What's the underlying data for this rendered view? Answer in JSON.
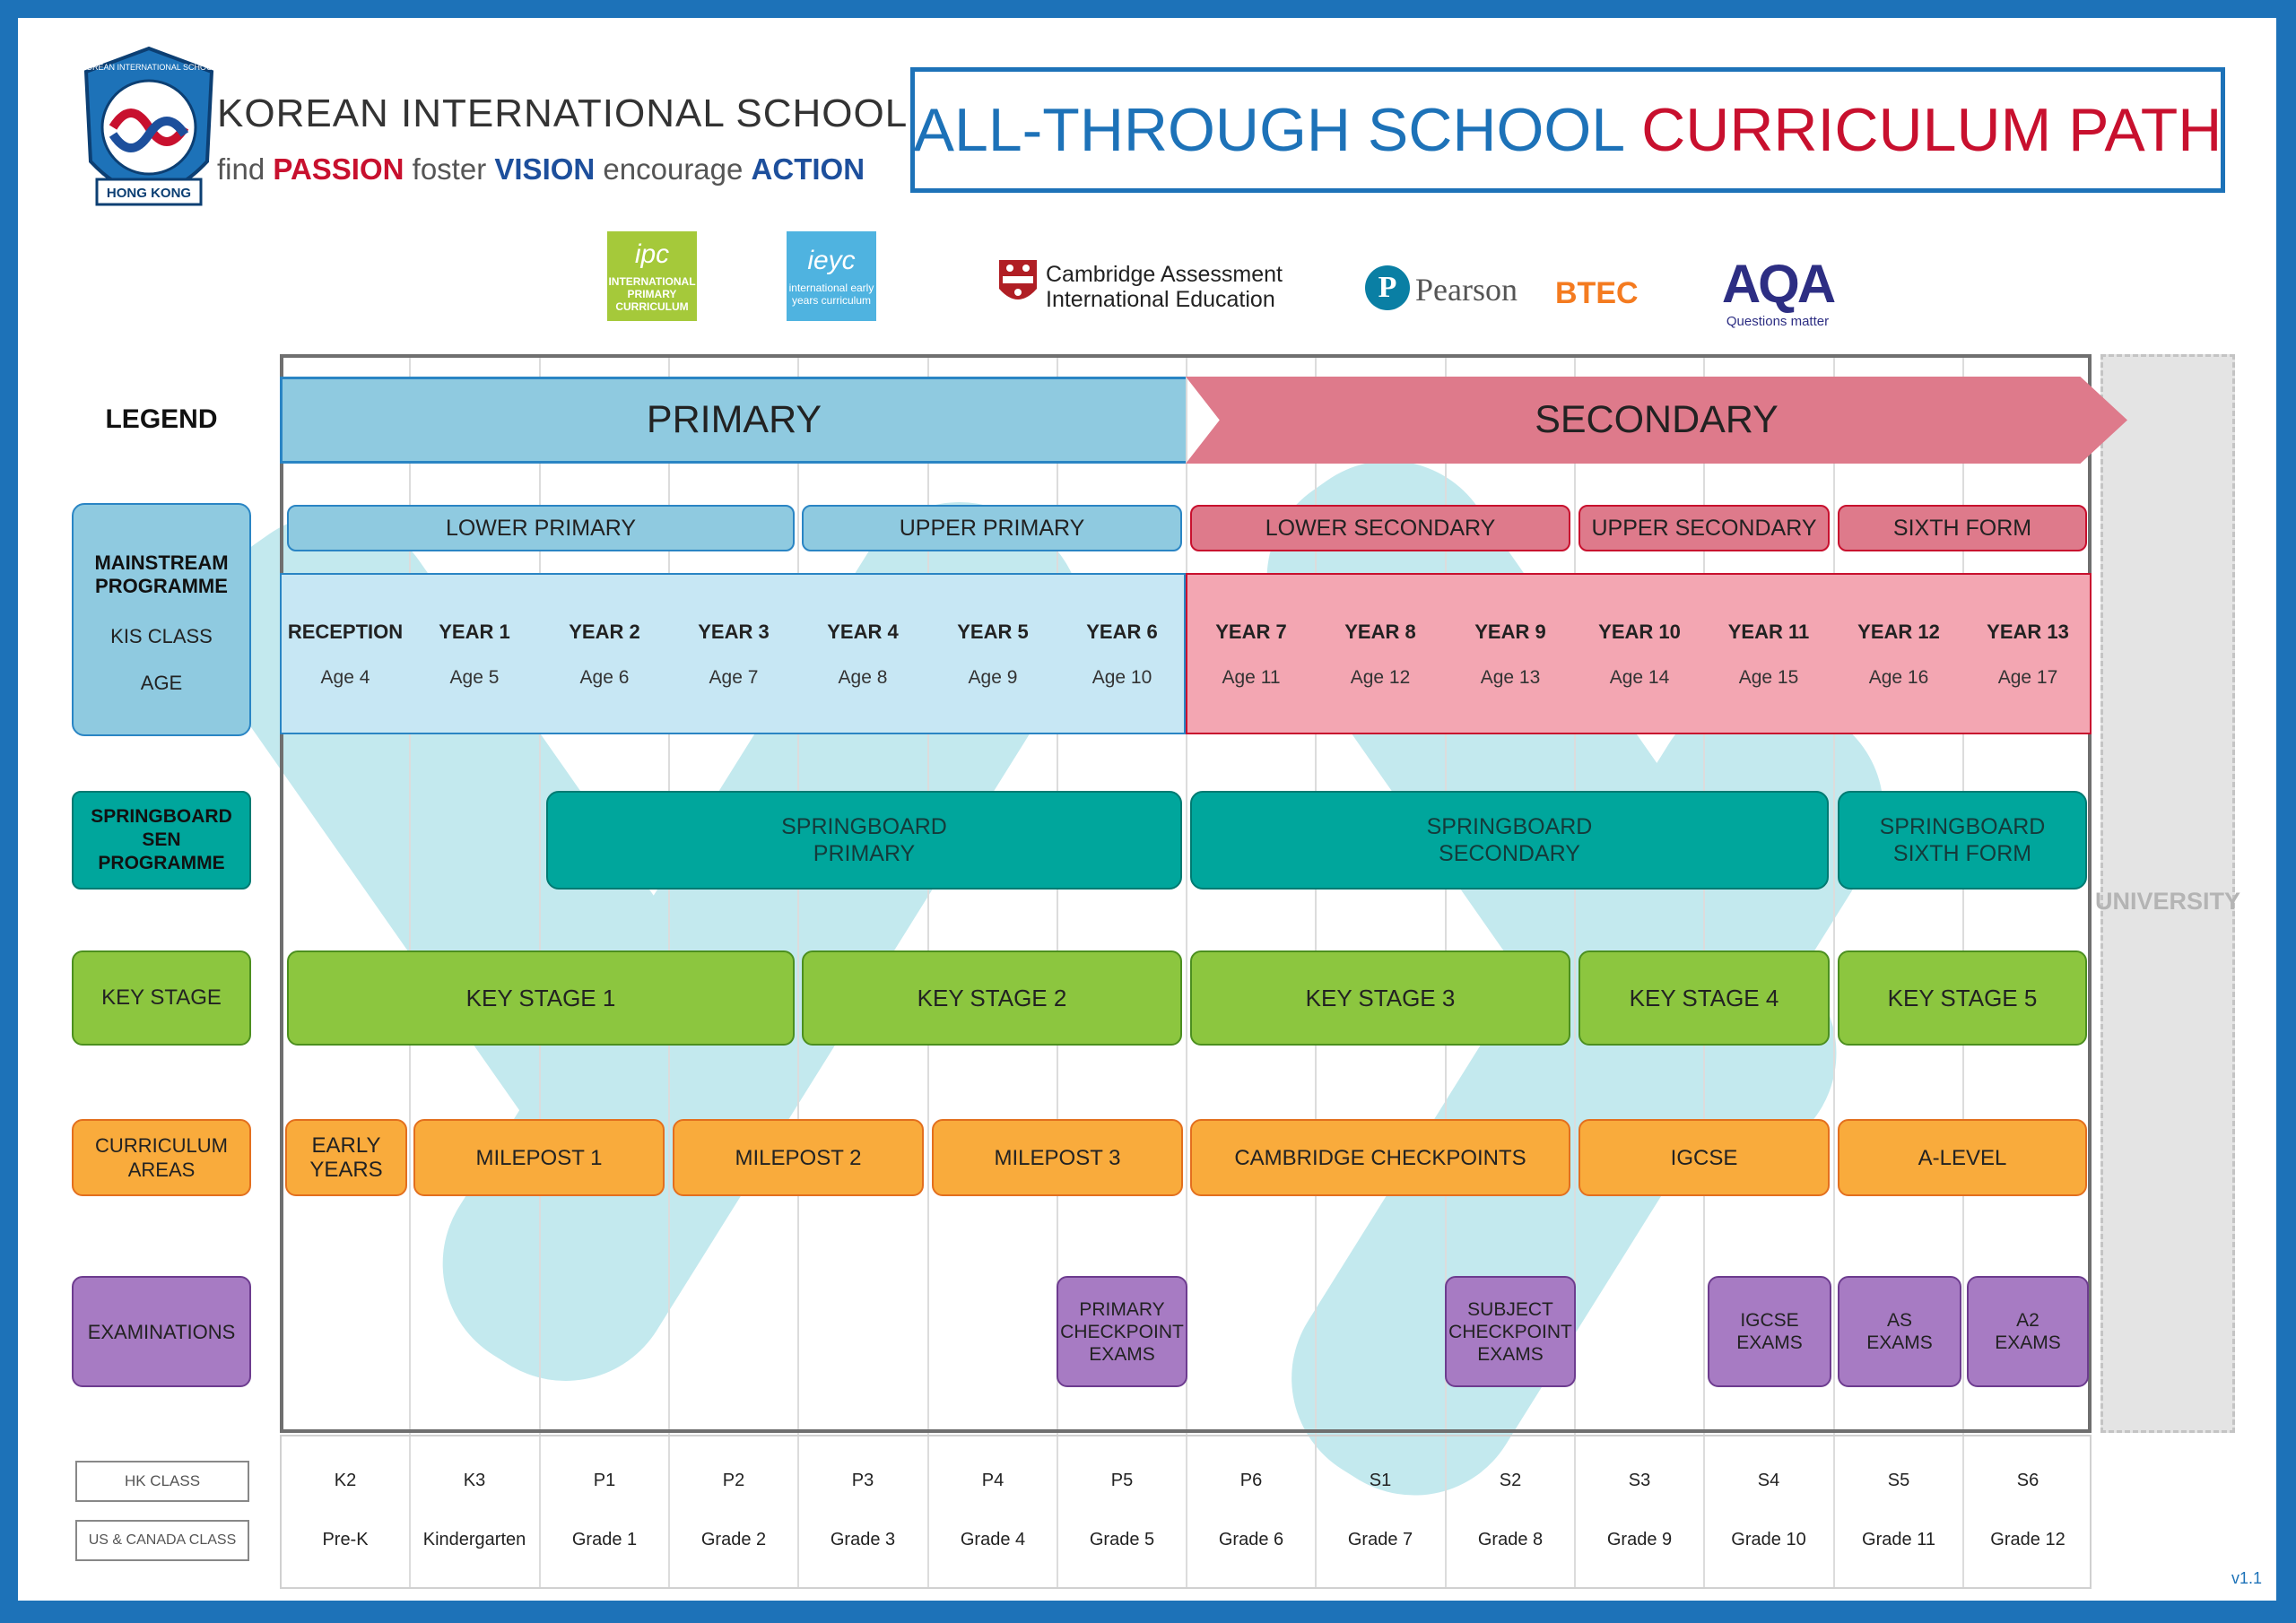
{
  "header": {
    "school_name": "KOREAN INTERNATIONAL SCHOOL",
    "tagline": {
      "w1": "find",
      "w2": "PASSION",
      "w3": "foster",
      "w4": "VISION",
      "w5": "encourage",
      "w6": "ACTION"
    },
    "title_part1": "ALL-THROUGH SCHOOL",
    "title_part2": "CURRICULUM PATH",
    "crest_text": {
      "arc": "KOREAN INTERNATIONAL SCHOOL",
      "ribbon": "HONG KONG"
    }
  },
  "logos": {
    "ipc": {
      "big": "ipc",
      "small": "INTERNATIONAL PRIMARY CURRICULUM"
    },
    "ieyc": {
      "big": "ieyc",
      "small": "international early years curriculum"
    },
    "cambridge": {
      "line1": "Cambridge Assessment",
      "line2": "International Education"
    },
    "pearson": {
      "mark": "P",
      "name": "Pearson",
      "btec": "BTEC"
    },
    "aqa": {
      "name": "AQA",
      "sub": "Questions matter"
    }
  },
  "bands": {
    "primary": "PRIMARY",
    "secondary": "SECONDARY"
  },
  "phases": [
    {
      "label": "LOWER PRIMARY"
    },
    {
      "label": "UPPER PRIMARY"
    },
    {
      "label": "LOWER SECONDARY"
    },
    {
      "label": "UPPER SECONDARY"
    },
    {
      "label": "SIXTH FORM"
    }
  ],
  "years": [
    {
      "name": "RECEPTION",
      "age": "Age 4"
    },
    {
      "name": "YEAR 1",
      "age": "Age 5"
    },
    {
      "name": "YEAR 2",
      "age": "Age 6"
    },
    {
      "name": "YEAR 3",
      "age": "Age 7"
    },
    {
      "name": "YEAR 4",
      "age": "Age 8"
    },
    {
      "name": "YEAR 5",
      "age": "Age 9"
    },
    {
      "name": "YEAR 6",
      "age": "Age 10"
    },
    {
      "name": "YEAR 7",
      "age": "Age 11"
    },
    {
      "name": "YEAR 8",
      "age": "Age 12"
    },
    {
      "name": "YEAR 9",
      "age": "Age 13"
    },
    {
      "name": "YEAR 10",
      "age": "Age 14"
    },
    {
      "name": "YEAR 11",
      "age": "Age 15"
    },
    {
      "name": "YEAR 12",
      "age": "Age 16"
    },
    {
      "name": "YEAR 13",
      "age": "Age 17"
    }
  ],
  "springboard": [
    {
      "l1": "SPRINGBOARD",
      "l2": "PRIMARY"
    },
    {
      "l1": "SPRINGBOARD",
      "l2": "SECONDARY"
    },
    {
      "l1": "SPRINGBOARD",
      "l2": "SIXTH FORM"
    }
  ],
  "key_stages": [
    "KEY STAGE 1",
    "KEY STAGE 2",
    "KEY STAGE 3",
    "KEY STAGE 4",
    "KEY STAGE 5"
  ],
  "curriculum": [
    {
      "l1": "EARLY",
      "l2": "YEARS"
    },
    {
      "l1": "MILEPOST 1",
      "l2": ""
    },
    {
      "l1": "MILEPOST 2",
      "l2": ""
    },
    {
      "l1": "MILEPOST 3",
      "l2": ""
    },
    {
      "l1": "CAMBRIDGE CHECKPOINTS",
      "l2": ""
    },
    {
      "l1": "IGCSE",
      "l2": ""
    },
    {
      "l1": "A-LEVEL",
      "l2": ""
    }
  ],
  "exams": [
    {
      "l1": "PRIMARY",
      "l2": "CHECKPOINT",
      "l3": "EXAMS"
    },
    {
      "l1": "SUBJECT",
      "l2": "CHECKPOINT",
      "l3": "EXAMS"
    },
    {
      "l1": "IGCSE",
      "l2": "EXAMS",
      "l3": ""
    },
    {
      "l1": "AS",
      "l2": "EXAMS",
      "l3": ""
    },
    {
      "l1": "A2",
      "l2": "EXAMS",
      "l3": ""
    }
  ],
  "legend": {
    "title": "LEGEND",
    "mainstream": {
      "l1": "MAINSTREAM",
      "l2": "PROGRAMME",
      "kis": "KIS CLASS",
      "age": "AGE"
    },
    "springboard": {
      "l1": "SPRINGBOARD",
      "l2": "SEN",
      "l3": "PROGRAMME"
    },
    "key_stage": "KEY STAGE",
    "curriculum": {
      "l1": "CURRICULUM",
      "l2": "AREAS"
    },
    "examinations": "EXAMINATIONS",
    "hk_class": "HK CLASS",
    "us_class": "US & CANADA CLASS"
  },
  "hk_classes": [
    "K2",
    "K3",
    "P1",
    "P2",
    "P3",
    "P4",
    "P5",
    "P6",
    "S1",
    "S2",
    "S3",
    "S4",
    "S5",
    "S6"
  ],
  "us_classes": [
    "Pre-K",
    "Kindergarten",
    "Grade 1",
    "Grade 2",
    "Grade 3",
    "Grade 4",
    "Grade 5",
    "Grade 6",
    "Grade 7",
    "Grade 8",
    "Grade 9",
    "Grade 10",
    "Grade 11",
    "Grade 12"
  ],
  "university": "UNIVERSITY",
  "version": "v1.1",
  "colors": {
    "brand_blue": "#1d72b8",
    "brand_red": "#c8102e",
    "primary": "#8fcae0",
    "secondary": "#de7a8b",
    "springboard": "#00a69c",
    "key_stage": "#8cc63f",
    "curriculum": "#f9ab3c",
    "exams": "#a77bc3"
  }
}
